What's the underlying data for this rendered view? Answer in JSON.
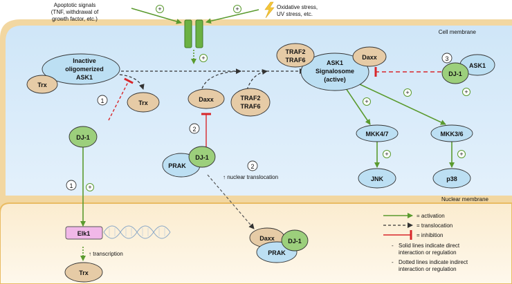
{
  "signals": {
    "apoptotic_line1": "Apoptotic signals",
    "apoptotic_line2": "(TNF, withdrawal of",
    "apoptotic_line3": "growth factor, etc.)",
    "oxidative_line1": "Oxidative stress,",
    "oxidative_line2": "UV stress, etc."
  },
  "membranes": {
    "cell": "Cell membrane",
    "nuclear": "Nuclear membrane"
  },
  "nodes": {
    "inactive_ask1_line1": "Inactive",
    "inactive_ask1_line2": "oligomerized",
    "inactive_ask1_line3": "ASK1",
    "trx": "Trx",
    "dj1": "DJ-1",
    "daxx": "Daxx",
    "traf2": "TRAF2",
    "traf6": "TRAF6",
    "signalosome_line1": "ASK1",
    "signalosome_line2": "Signalosome",
    "signalosome_line3": "(active)",
    "ask1": "ASK1",
    "mkk47": "MKK4/7",
    "mkk36": "MKK3/6",
    "jnk": "JNK",
    "p38": "p38",
    "prak": "PRAK",
    "elk1": "Elk1"
  },
  "annotations": {
    "plus": "+",
    "step1": "1",
    "step2": "2",
    "step3": "3",
    "nuclear_translocation": "↑ nuclear translocation",
    "transcription": "↑ transcription"
  },
  "legend": {
    "activation": "= activation",
    "translocation": "= translocation",
    "inhibition": "= inhibition",
    "note1_line1": "Solid lines indicate direct",
    "note1_line2": "interaction or regulation",
    "note2_line1": "Dotted lines indicate indirect",
    "note2_line2": "interaction or regulation",
    "dash": "-"
  },
  "colors": {
    "activation": "#5a9a2e",
    "inhibition": "#d8262a",
    "translocation": "#444444",
    "trx_fill": "#e6cba6",
    "ask_fill": "#bcdff3",
    "dj1_fill": "#9ccf7c",
    "elk1_fill": "#f1b8e8",
    "cytoplasm": "#e4f1fb",
    "nucleus": "#fdf4e0",
    "membrane": "#f3d9a3"
  }
}
